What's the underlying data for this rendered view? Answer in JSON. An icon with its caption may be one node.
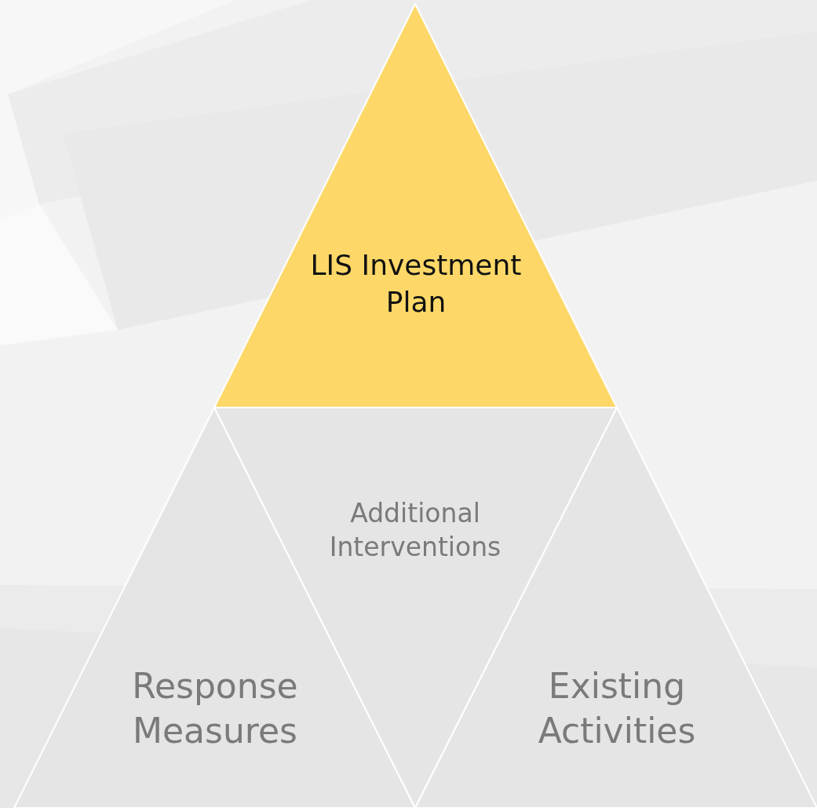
{
  "diagram": {
    "nodes": [
      {
        "text": [
          "LIS Investment Plan"
        ]
      },
      {
        "text": [
          "Response Measures"
        ]
      },
      {
        "text": [
          "Additional Interventions"
        ]
      },
      {
        "text": [
          "Existing Activities"
        ]
      }
    ]
  }
}
